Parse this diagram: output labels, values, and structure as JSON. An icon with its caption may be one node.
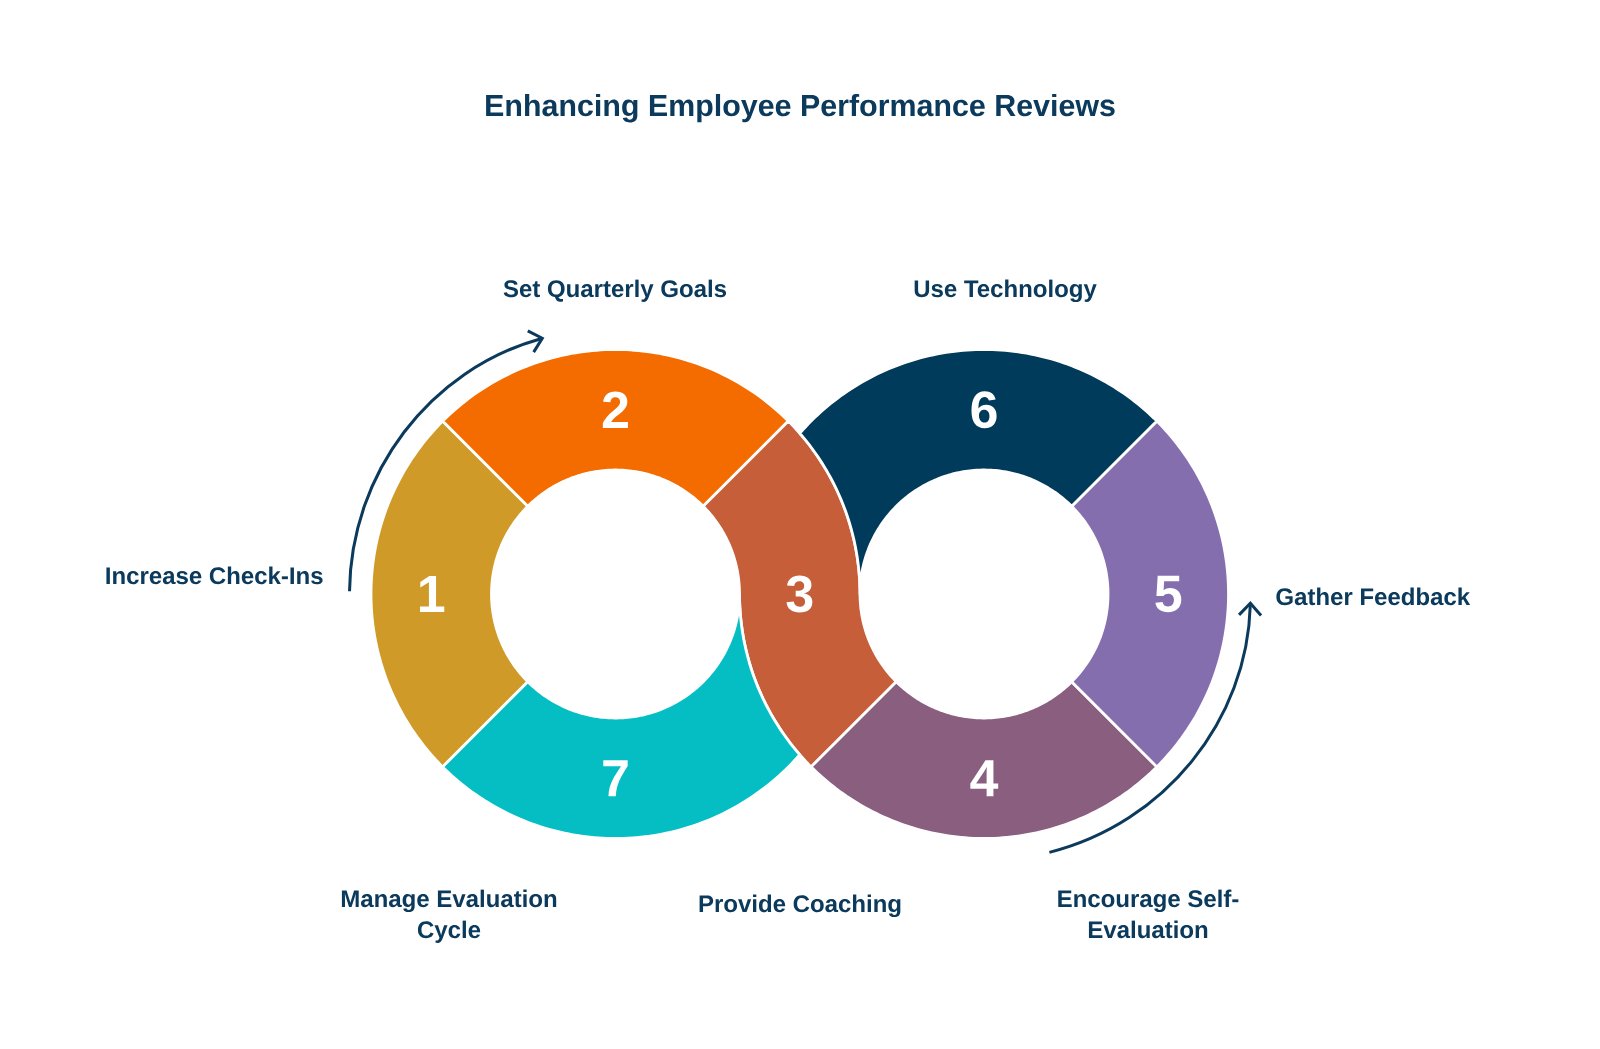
{
  "diagram": {
    "title": "Enhancing Employee Performance Reviews",
    "nodes": [
      {
        "text": [
          "1"
        ],
        "beside": [
          "Increase Check-Ins"
        ]
      },
      {
        "text": [
          "2"
        ],
        "beside": [
          "Set Quarterly Goals"
        ]
      },
      {
        "text": [
          "3"
        ]
      },
      {
        "text": [
          "4"
        ],
        "beside": [
          "Encourage Self-Evaluation"
        ]
      },
      {
        "text": [
          "5"
        ],
        "beside": [
          "Gather Feedback"
        ]
      },
      {
        "text": [
          "6"
        ],
        "beside": [
          "Use Technology"
        ]
      },
      {
        "text": [
          "7"
        ],
        "beside": [
          "Manage Evaluation Cycle"
        ]
      }
    ],
    "labels": [
      "Provide Coaching"
    ]
  }
}
